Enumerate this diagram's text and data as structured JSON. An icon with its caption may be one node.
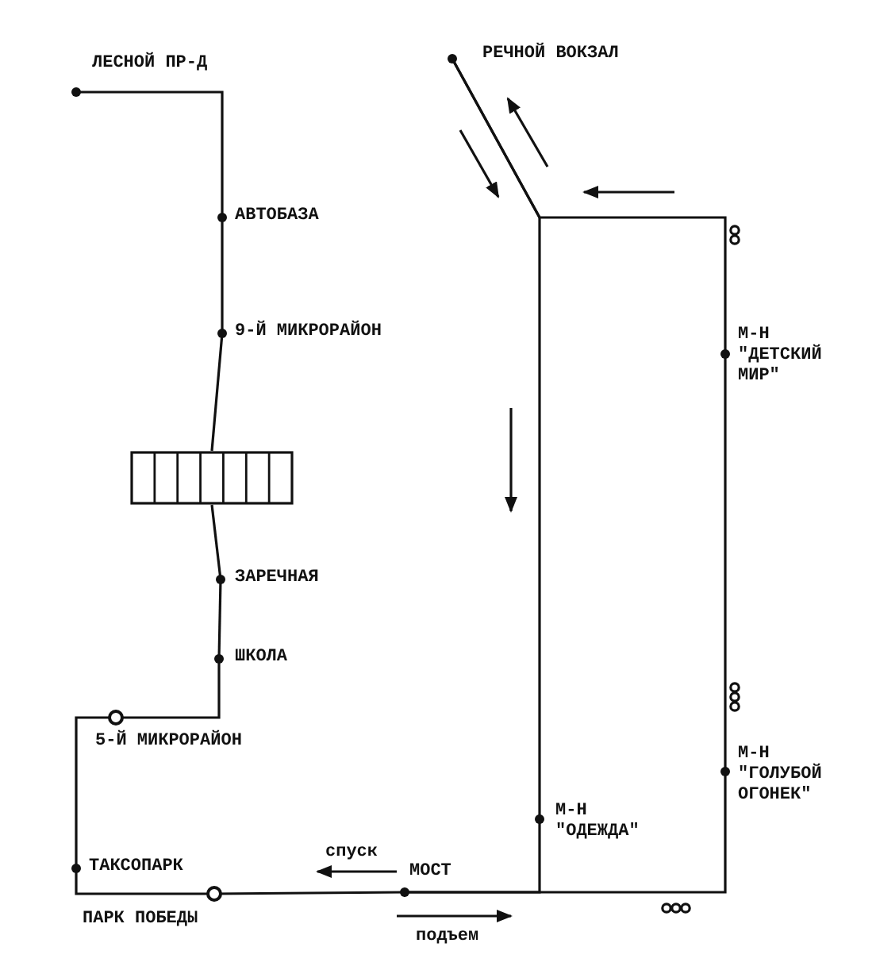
{
  "diagram": {
    "nodes": [
      {
        "text": [
          "ЛЕСНОЙ ПР-Д"
        ]
      },
      {
        "text": [
          "АВТОБАЗА"
        ]
      },
      {
        "text": [
          "9-Й МИКРОРАЙОН"
        ]
      },
      {
        "text": [],
        "shape": "box"
      },
      {
        "text": [
          "ЗАРЕЧНАЯ"
        ]
      },
      {
        "text": [
          "ШКОЛА"
        ]
      },
      {
        "text": [
          "5-Й МИКРОРАЙОН"
        ]
      },
      {
        "text": [
          "ТАКСОПАРК"
        ]
      },
      {
        "text": [
          "ПАРК ПОБЕДЫ"
        ]
      },
      {
        "text": [
          "МОСТ"
        ]
      },
      {
        "text": [
          "М-Н \"ОДЕЖДА\""
        ]
      },
      {
        "text": [
          "РЕЧНОЙ ВОКЗАЛ"
        ]
      },
      {
        "text": [
          "М-Н \"ДЕТСКИЙ МИР\""
        ]
      },
      {
        "text": [
          "М-Н \"ГОЛУБОЙ ОГОНЕК\""
        ]
      }
    ],
    "edges": [
      {
        "from": 0,
        "to": 1,
        "arrow": "none"
      },
      {
        "from": 1,
        "to": 2,
        "arrow": "none"
      },
      {
        "from": 2,
        "to": 3,
        "arrow": "none"
      },
      {
        "from": 3,
        "to": 4,
        "arrow": "none"
      },
      {
        "from": 4,
        "to": 5,
        "arrow": "none"
      },
      {
        "from": 5,
        "to": 6,
        "arrow": "none"
      },
      {
        "from": 6,
        "to": 7,
        "arrow": "none"
      },
      {
        "from": 7,
        "to": 8,
        "arrow": "none"
      },
      {
        "from": 8,
        "to": 9,
        "arrow": "none"
      },
      {
        "from": 9,
        "to": 10,
        "arrow": "none"
      },
      {
        "from": 10,
        "to": 11,
        "arrow": "none"
      },
      {
        "from": 11,
        "to": 12,
        "arrow": "none"
      },
      {
        "from": 12,
        "to": 13,
        "arrow": "none"
      },
      {
        "from": 13,
        "to": 9,
        "arrow": "none"
      }
    ],
    "labels": [
      "спуск",
      "подъем"
    ]
  }
}
